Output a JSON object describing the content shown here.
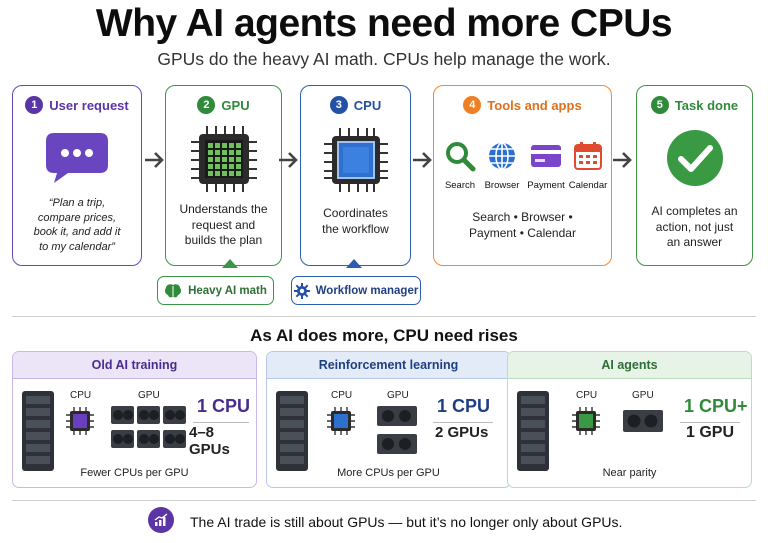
{
  "title": "Why AI agents need more CPUs",
  "subtitle": "GPUs do the heavy AI math. CPUs help manage the work.",
  "colors": {
    "purple": "#5a35a8",
    "green": "#2f8a3a",
    "blue": "#2451a6",
    "orange": "#ef7f22",
    "darkgreen": "#2f8a3a"
  },
  "steps": [
    {
      "num": "1",
      "title": "User request",
      "icon": "chat-bubble-icon",
      "text": "“Plan a trip,\ncompare prices,\nbook it, and add it\nto my calendar”"
    },
    {
      "num": "2",
      "title": "GPU",
      "icon": "gpu-chip-icon",
      "text": "Understands the\nrequest and\nbuilds the plan"
    },
    {
      "num": "3",
      "title": "CPU",
      "icon": "cpu-chip-icon",
      "text": "Coordinates\nthe workflow"
    },
    {
      "num": "4",
      "title": "Tools and apps",
      "text": "Search • Browser •\nPayment • Calendar",
      "tools": [
        {
          "label": "Search",
          "icon": "magnifier-icon"
        },
        {
          "label": "Browser",
          "icon": "globe-icon"
        },
        {
          "label": "Payment",
          "icon": "credit-card-icon"
        },
        {
          "label": "Calendar",
          "icon": "calendar-icon"
        }
      ]
    },
    {
      "num": "5",
      "title": "Task done",
      "icon": "checkmark-icon",
      "text": "AI completes an\naction, not just\nan answer"
    }
  ],
  "badges": {
    "gpu": {
      "label": "Heavy AI math",
      "icon": "brain-icon"
    },
    "cpu": {
      "label": "Workflow manager",
      "icon": "gear-icon"
    }
  },
  "section_title": "As AI does more, CPU need rises",
  "cards": [
    {
      "title": "Old AI training",
      "cpu_label": "CPU",
      "gpu_label": "GPU",
      "cpu_count": "1 CPU",
      "gpu_count": "4–8 GPUs",
      "footer": "Fewer CPUs per GPU"
    },
    {
      "title": "Reinforcement learning",
      "cpu_label": "CPU",
      "gpu_label": "GPU",
      "cpu_count": "1 CPU",
      "gpu_count": "2 GPUs",
      "footer": "More CPUs per GPU"
    },
    {
      "title": "AI agents",
      "cpu_label": "CPU",
      "gpu_label": "GPU",
      "cpu_count": "1 CPU+",
      "gpu_count": "1 GPU",
      "footer": "Near parity"
    }
  ],
  "footer": {
    "text": "The AI trade is still about GPUs — but it’s no longer only about GPUs.",
    "icon": "trend-chart-icon"
  }
}
